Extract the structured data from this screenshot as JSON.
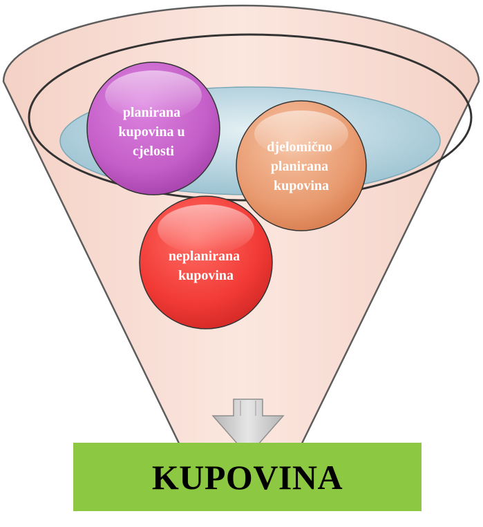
{
  "diagram": {
    "bubbles": [
      {
        "lines": [
          "planirana",
          "kupovina  u",
          "cjelosti"
        ],
        "color": "#c45ec8"
      },
      {
        "lines": [
          "djelomično",
          "planirana",
          "kupovina"
        ],
        "color": "#e99b70"
      },
      {
        "lines": [
          "neplanirana",
          "kupovina"
        ],
        "color": "#f23a35"
      }
    ],
    "result": {
      "label": "KUPOVINA",
      "color": "#8cc841"
    },
    "funnel_color": "#f7d7cc",
    "liquid_color": "#b8d7e2",
    "arrow_color": "#c0c0c0"
  }
}
